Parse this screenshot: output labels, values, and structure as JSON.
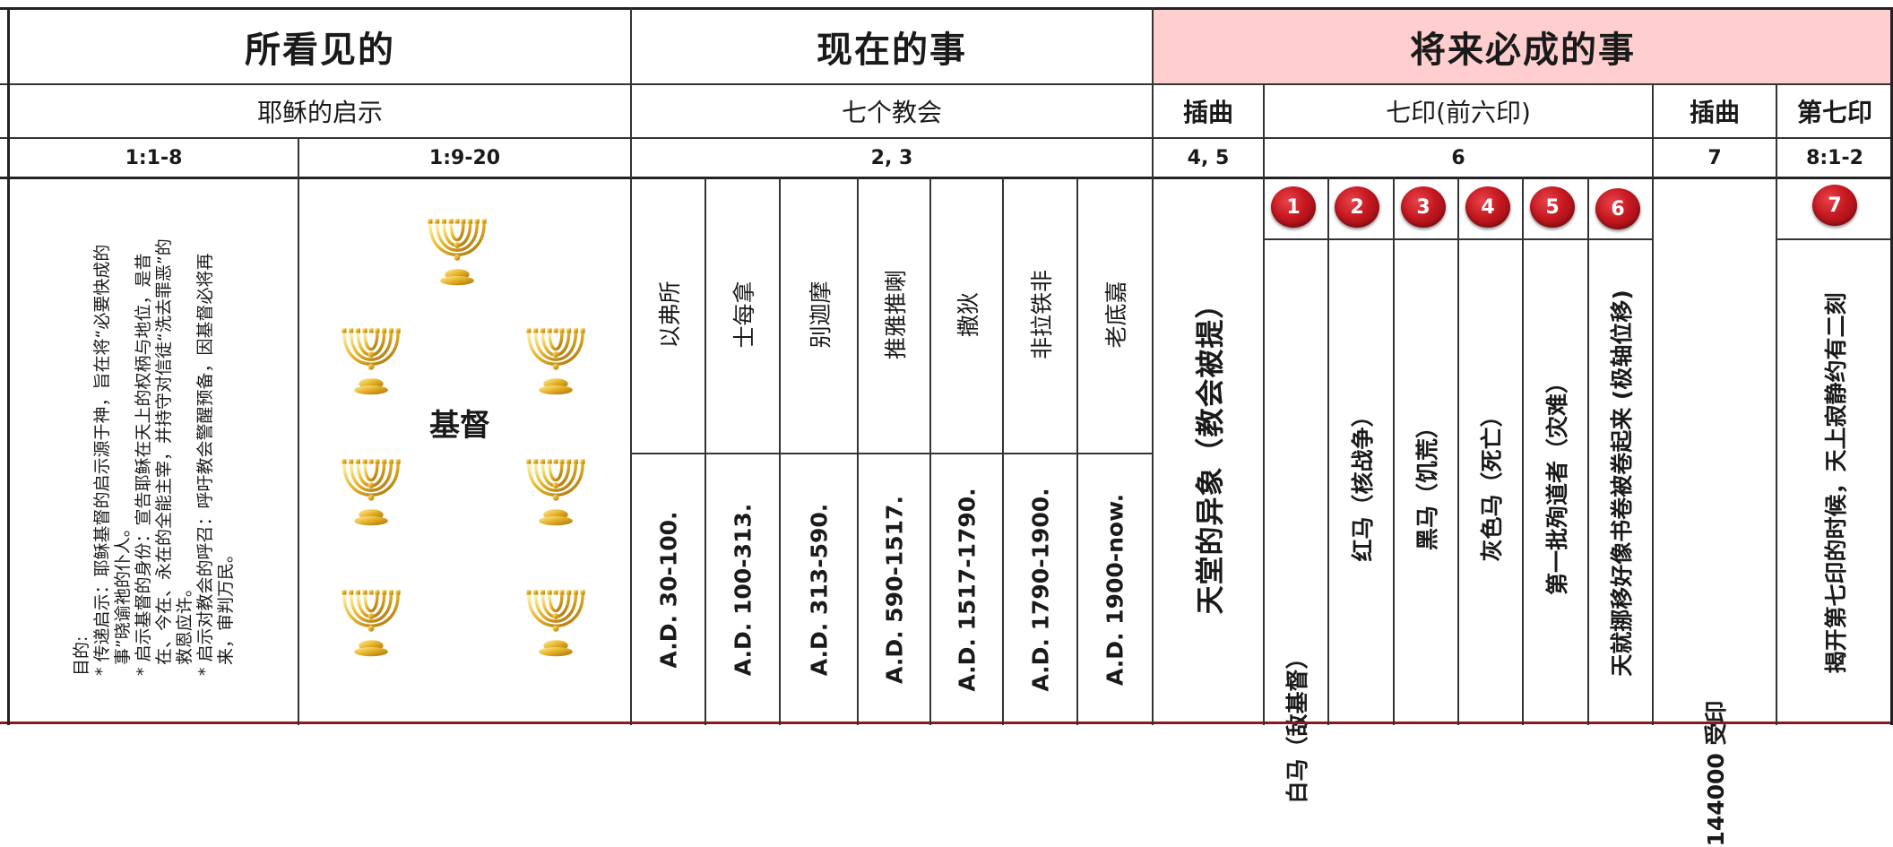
{
  "colors": {
    "header_pink": "#ffcfcf",
    "seal_red": "#c51820",
    "lamp_gold": "#e8b52a"
  },
  "headers": {
    "seen": "所看见的",
    "present": "现在的事",
    "future": "将来必成的事"
  },
  "subheaders": {
    "revelation": "耶稣的启示",
    "seven_churches": "七个教会",
    "interlude_1": "插曲",
    "seven_seals": "七印(前六印)",
    "interlude_2": "插曲",
    "seventh_seal": "第七印"
  },
  "refs": {
    "r1": "1:1-8",
    "r2": "1:9-20",
    "r3": "2, 3",
    "r4": "4, 5",
    "r5": "6",
    "r6": "7",
    "r7": "8:1-2"
  },
  "purpose": {
    "lead": "目的:",
    "items": [
      "* 传递启示：耶稣基督的启示源于神，旨在将“必要快成的事”晓谕祂的仆人。",
      "* 启示基督的身份：宣告耶稣在天上的权柄与地位，是昔在、今在、永在的全能主宰，并持守对信徒“洗去罪恶”的救恩应许。",
      "* 启示对教会的呼召：呼吁教会警醒预备，因基督必将再来，审判万民。"
    ]
  },
  "christ_label": "基督",
  "lamp_icon": "menorah-icon",
  "churches": [
    {
      "name": "以弗所",
      "date": "A.D. 30-100."
    },
    {
      "name": "士每拿",
      "date": "A.D. 100-313."
    },
    {
      "name": "别迦摩",
      "date": "A.D. 313-590."
    },
    {
      "name": "推雅推喇",
      "date": "A.D. 590-1517."
    },
    {
      "name": "撒狄",
      "date": "A.D. 1517-1790."
    },
    {
      "name": "非拉铁非",
      "date": "A.D. 1790-1900."
    },
    {
      "name": "老底嘉",
      "date": "A.D. 1900-now."
    }
  ],
  "heaven_vision": "天堂的异象（教会被提）",
  "seals": [
    {
      "num": "1",
      "text": "白马（敌基督）"
    },
    {
      "num": "2",
      "text": "红马（核战争）"
    },
    {
      "num": "3",
      "text": "黑马（饥荒）"
    },
    {
      "num": "4",
      "text": "灰色马（死亡）"
    },
    {
      "num": "5",
      "text": "第一批殉道者（灾难）"
    },
    {
      "num": "6",
      "text": "天就挪移好像书卷被卷起来 (极轴位移)"
    }
  ],
  "sealed_144000": "144000 受印",
  "seventh": {
    "num": "7",
    "text": "揭开第七印的时候，天上寂静约有二刻"
  }
}
